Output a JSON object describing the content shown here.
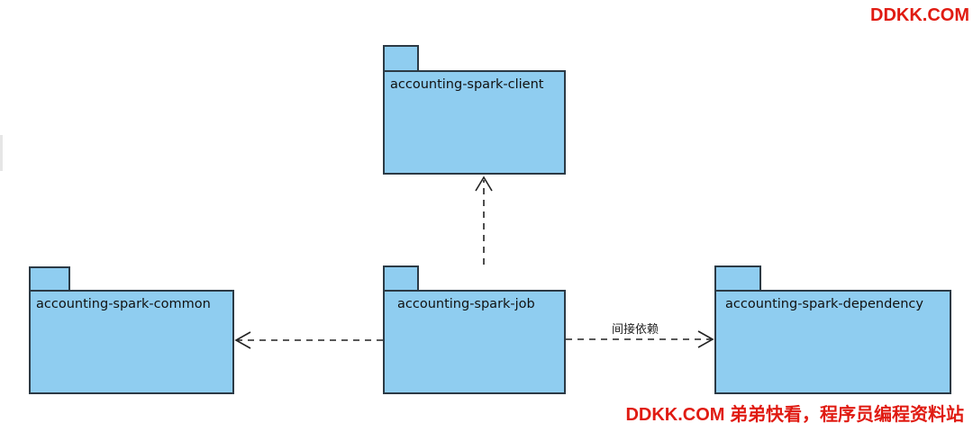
{
  "packages": {
    "client": {
      "name": "accounting-spark-client"
    },
    "job": {
      "name": "accounting-spark-job"
    },
    "common": {
      "name": "accounting-spark-common"
    },
    "dependency": {
      "name": "accounting-spark-dependency"
    }
  },
  "edges": {
    "job_to_dependency": {
      "label": "间接依赖"
    }
  },
  "watermarks": {
    "top": "DDKK.COM",
    "bottom": "DDKK.COM 弟弟快看，程序员编程资料站"
  },
  "colors": {
    "package_fill": "#8fcdf0",
    "package_border": "#2c3a45",
    "watermark": "#e01b12"
  }
}
